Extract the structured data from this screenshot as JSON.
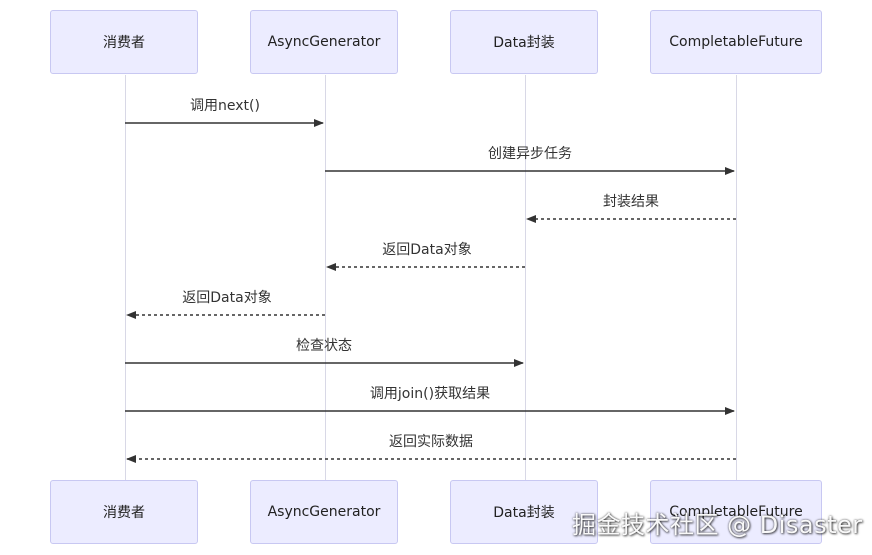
{
  "participants": [
    {
      "label": "消费者"
    },
    {
      "label": "AsyncGenerator"
    },
    {
      "label": "Data封装"
    },
    {
      "label": "CompletableFuture"
    }
  ],
  "messages": [
    {
      "from": 0,
      "to": 1,
      "label": "调用next()",
      "style": "solid"
    },
    {
      "from": 1,
      "to": 3,
      "label": "创建异步任务",
      "style": "solid"
    },
    {
      "from": 3,
      "to": 2,
      "label": "封装结果",
      "style": "dashed"
    },
    {
      "from": 2,
      "to": 1,
      "label": "返回Data对象",
      "style": "dashed"
    },
    {
      "from": 1,
      "to": 0,
      "label": "返回Data对象",
      "style": "dashed"
    },
    {
      "from": 0,
      "to": 2,
      "label": "检查状态",
      "style": "solid"
    },
    {
      "from": 0,
      "to": 3,
      "label": "调用join()获取结果",
      "style": "solid"
    },
    {
      "from": 3,
      "to": 0,
      "label": "返回实际数据",
      "style": "dashed"
    }
  ],
  "watermark": "掘金技术社区 @ Disaster",
  "colors": {
    "actor_fill": "#ececff",
    "actor_border": "#c8c8f2",
    "lifeline": "#d8d8e6",
    "arrow": "#333333"
  }
}
